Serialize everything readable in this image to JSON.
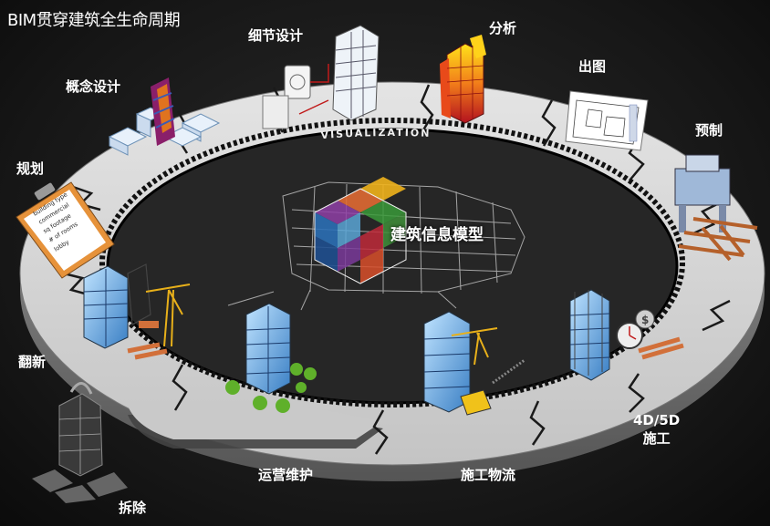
{
  "title": "BIM贯穿建筑全生命周期",
  "center_label": "建筑信息模型",
  "ring_label": "VISUALIZATION",
  "stages": {
    "planning": "规划",
    "concept": "概念设计",
    "detail": "细节设计",
    "analysis": "分析",
    "drawing": "出图",
    "prefab": "预制",
    "construction_4d5d_line1": "4D/5D",
    "construction_4d5d_line2": "施工",
    "logistics": "施工物流",
    "operation": "运营维护",
    "demolition": "拆除",
    "renovation": "翻新"
  },
  "clipboard_text": [
    "building type",
    "commercial",
    "sq footage",
    "# of rooms",
    "lobby"
  ],
  "colors": {
    "ring_top": "#d9d9d9",
    "ring_side": "#8c8c8c",
    "background": "#1c1c1c",
    "cube_colors": [
      "#d94f2a",
      "#f0a21c",
      "#3a9a3a",
      "#2b6fb5",
      "#8f3fa6",
      "#c02a3a"
    ]
  },
  "icons": [
    "clipboard-icon",
    "model-cube-icon",
    "crane-icon",
    "stopwatch-icon",
    "dollar-icon"
  ]
}
